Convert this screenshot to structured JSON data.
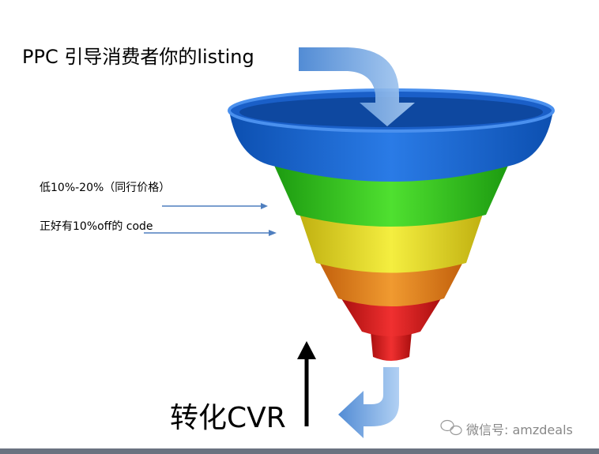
{
  "title": "PPC 引导消费者你的listing",
  "labels": [
    "低10%-20%（同行价格）",
    "正好有10%off的 code"
  ],
  "result": "转化CVR",
  "watermark": "微信号: amzdeals",
  "colors": {
    "blue": "#1f6fd6",
    "green": "#33cc22",
    "yellow": "#e8e020",
    "orange": "#e8821a",
    "red": "#dd1a1a",
    "arrow": "#6fa3e0"
  }
}
